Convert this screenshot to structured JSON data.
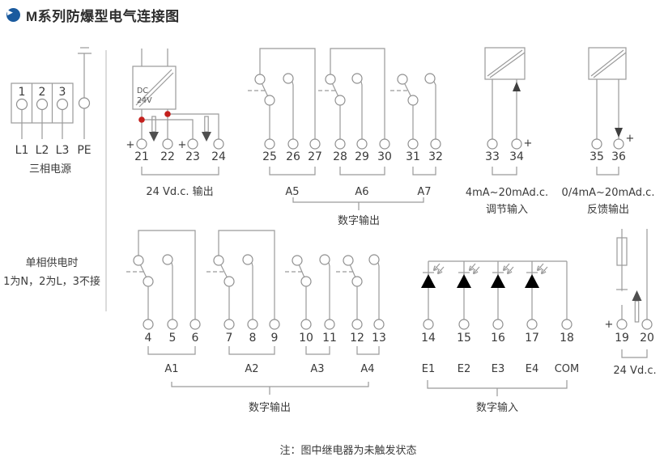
{
  "title": {
    "text": "M系列防爆型电气连接图",
    "icon": "play-icon"
  },
  "colors": {
    "accent_blue": "#1a5a9e",
    "junction_red": "#c4201d",
    "wire_gray": "#9a9a9a",
    "arrow_gray": "#4f4f4f"
  },
  "symbols": {
    "plus": "+"
  },
  "three_phase": {
    "box_terminals": [
      "1",
      "2",
      "3"
    ],
    "labels": [
      "L1",
      "L2",
      "L3",
      "PE"
    ],
    "caption": "三相电源"
  },
  "single_phase_note": {
    "line1": "单相供电时",
    "line2": "1为N，2为L，3不接"
  },
  "dc24_out": {
    "box_line1": "DC",
    "box_line2": "24V",
    "terminals": [
      "21",
      "22",
      "23",
      "24"
    ],
    "caption": "24 Vd.c. 输出"
  },
  "relays_top": {
    "terminals": [
      "25",
      "26",
      "27",
      "28",
      "29",
      "30",
      "31",
      "32"
    ],
    "groups": [
      "A5",
      "A6",
      "A7"
    ],
    "caption": "数字输出"
  },
  "ai_input": {
    "terminals": [
      "33",
      "34"
    ],
    "line1": "4mA~20mAd.c.",
    "line2": "调节输入"
  },
  "ao_output": {
    "terminals": [
      "35",
      "36"
    ],
    "line1": "0/4mA~20mAd.c.",
    "line2": "反馈输出"
  },
  "relays_bottom": {
    "terminals": [
      "4",
      "5",
      "6",
      "7",
      "8",
      "9",
      "10",
      "11",
      "12",
      "13"
    ],
    "groups": [
      "A1",
      "A2",
      "A3",
      "A4"
    ],
    "caption": "数字输出"
  },
  "digital_in": {
    "terminals": [
      "14",
      "15",
      "16",
      "17",
      "18"
    ],
    "labels": [
      "E1",
      "E2",
      "E3",
      "E4",
      "COM"
    ],
    "caption": "数字输入"
  },
  "dc24_in": {
    "terminals": [
      "19",
      "20"
    ],
    "caption": "24 Vd.c."
  },
  "note": {
    "text": "注：图中继电器为未触发状态"
  }
}
